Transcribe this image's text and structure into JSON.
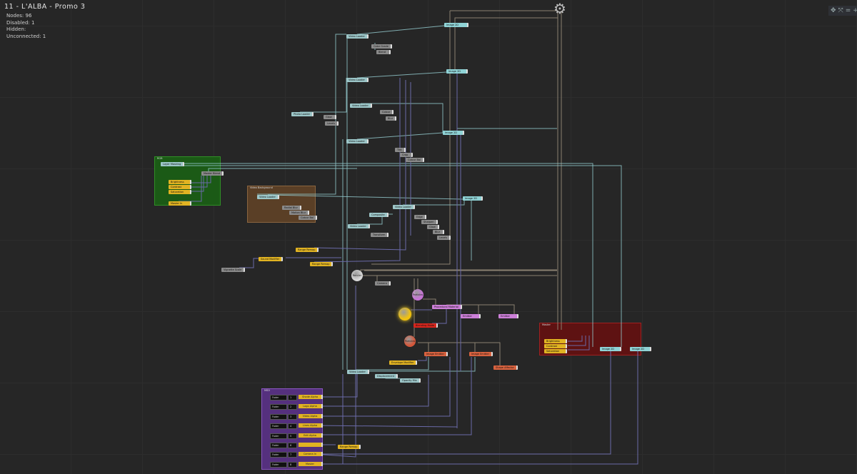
{
  "window": {
    "title": "11  -  L'ALBA  -  Promo  3"
  },
  "stats": {
    "nodes": "Nodes:  96",
    "disabled": "Disabled:  1",
    "hidden": "Hidden:",
    "unconnected": "Unconnected:  1"
  },
  "toolbar": {
    "icons": [
      "move-icon",
      "fit-icon",
      "equals-icon",
      "zoom-in-icon",
      "zoom-out-icon"
    ],
    "glyphs": [
      "✥",
      "⤧",
      "=",
      "+",
      "−"
    ]
  },
  "groups": [
    {
      "label": "RGB",
      "color": "#1f6b1a"
    },
    {
      "label": "Video Background",
      "color": "#6b4a2a"
    },
    {
      "label": "Master",
      "color": "#7a1414"
    },
    {
      "label": "MIDI",
      "color": "#6a3a9a"
    }
  ],
  "nodes": [
    {
      "label": "Image 2D",
      "kind": "image"
    },
    {
      "label": "Image 2D",
      "kind": "image"
    },
    {
      "label": "Image 2D",
      "kind": "image"
    },
    {
      "label": "Image 2D",
      "kind": "image"
    },
    {
      "label": "Image 2D",
      "kind": "image"
    },
    {
      "label": "Image 2D",
      "kind": "image"
    },
    {
      "label": "Video Loader",
      "kind": "video"
    },
    {
      "label": "Video Loader",
      "kind": "video"
    },
    {
      "label": "Video Loader",
      "kind": "video"
    },
    {
      "label": "Video Loader",
      "kind": "video"
    },
    {
      "label": "Video Loader",
      "kind": "video"
    },
    {
      "label": "Video Loader",
      "kind": "video"
    },
    {
      "label": "Video Loader",
      "kind": "video"
    },
    {
      "label": "Video Loader",
      "kind": "video"
    },
    {
      "label": "Layer Masking",
      "kind": "video"
    },
    {
      "label": "Photo Loader",
      "kind": "video"
    },
    {
      "label": "Composite",
      "kind": "video"
    },
    {
      "label": "Color Grade",
      "kind": "grey"
    },
    {
      "label": "Blend",
      "kind": "grey"
    },
    {
      "label": "Colour",
      "kind": "grey"
    },
    {
      "label": "Blur",
      "kind": "grey"
    },
    {
      "label": "Glow",
      "kind": "grey"
    },
    {
      "label": "Levels",
      "kind": "grey"
    },
    {
      "label": "Tint",
      "kind": "grey"
    },
    {
      "label": "Crop",
      "kind": "grey"
    },
    {
      "label": "Colour Bal",
      "kind": "grey"
    },
    {
      "label": "Radial Blur",
      "kind": "grey"
    },
    {
      "label": "Motion Blur",
      "kind": "grey"
    },
    {
      "label": "Colour Bal",
      "kind": "grey"
    },
    {
      "label": "Edge",
      "kind": "grey"
    },
    {
      "label": "Sharpen",
      "kind": "grey"
    },
    {
      "label": "Glow",
      "kind": "grey"
    },
    {
      "label": "Blur",
      "kind": "grey"
    },
    {
      "label": "Levels",
      "kind": "grey"
    },
    {
      "label": "Transform",
      "kind": "grey"
    },
    {
      "label": "Camera",
      "kind": "grey"
    },
    {
      "label": "Vignette Scale",
      "kind": "grey"
    },
    {
      "label": "Master Blend",
      "kind": "grey"
    },
    {
      "label": "Range Remap",
      "kind": "yellow"
    },
    {
      "label": "Sound Modifier",
      "kind": "yellow"
    },
    {
      "label": "Range Remap",
      "kind": "yellow"
    },
    {
      "label": "Envelope Modifier",
      "kind": "yellow"
    },
    {
      "label": "Range Remap",
      "kind": "yellow"
    },
    {
      "label": "Procedural Material",
      "kind": "pink"
    },
    {
      "label": "Emitter",
      "kind": "pink"
    },
    {
      "label": "Emitter",
      "kind": "pink"
    },
    {
      "label": "Blending Mode",
      "kind": "red"
    },
    {
      "label": "Image Emitter",
      "kind": "orange"
    },
    {
      "label": "Image Emitter",
      "kind": "orange"
    },
    {
      "label": "Shape Affector",
      "kind": "orange"
    },
    {
      "label": "Displacement",
      "kind": "video"
    },
    {
      "label": "Opacity Mix",
      "kind": "video"
    },
    {
      "label": "Brightness",
      "kind": "yellow"
    },
    {
      "label": "Contrast",
      "kind": "yellow"
    },
    {
      "label": "Saturation",
      "kind": "yellow"
    },
    {
      "label": "Master In",
      "kind": "yellow"
    },
    {
      "label": "Brightness",
      "kind": "yellow"
    },
    {
      "label": "Contrast",
      "kind": "yellow"
    },
    {
      "label": "Saturation",
      "kind": "yellow"
    }
  ],
  "spheres": [
    {
      "label": "Render",
      "color": "#d8d8d8"
    },
    {
      "label": "Particles",
      "color": "#c774d6"
    },
    {
      "label": "",
      "color": "#f2c20e"
    },
    {
      "label": "Particles",
      "color": "#d4573a"
    }
  ],
  "faders": [
    {
      "label": "Fader",
      "value": "1",
      "target": "Shade Alpha"
    },
    {
      "label": "Fader",
      "value": "2",
      "target": "Logo Alpha"
    },
    {
      "label": "Fader",
      "value": "3",
      "target": "Video Alpha"
    },
    {
      "label": "Fader",
      "value": "4",
      "target": "Lines Alpha"
    },
    {
      "label": "Fader",
      "value": "5",
      "target": "Edit Alpha"
    },
    {
      "label": "Fader",
      "value": "6",
      "target": ""
    },
    {
      "label": "Fader",
      "value": "7",
      "target": "Camera In"
    },
    {
      "label": "Fader",
      "value": "8",
      "target": "Master"
    }
  ]
}
